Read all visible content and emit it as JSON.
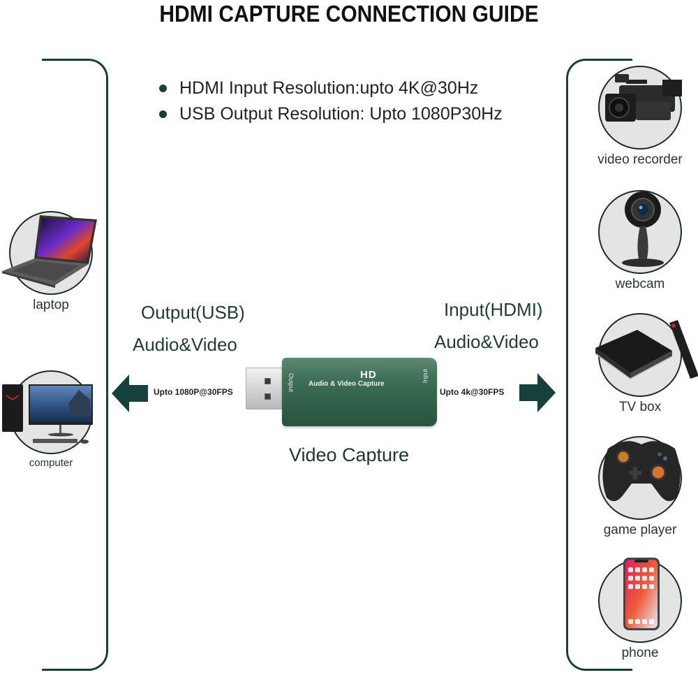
{
  "title": "HDMI CAPTURE CONNECTION GUIDE",
  "specs": [
    "HDMI Input Resolution:upto 4K@30Hz",
    "USB Output Resolution: Upto 1080P30Hz"
  ],
  "output_side": {
    "heading": "Output(USB)",
    "subheading": "Audio&Video",
    "rate": "Upto 1080P@30FPS",
    "devices": [
      {
        "label": "laptop",
        "icon": "laptop-icon"
      },
      {
        "label": "computer",
        "icon": "desktop-computer-icon"
      }
    ]
  },
  "input_side": {
    "heading": "Input(HDMI)",
    "subheading": "Audio&Video",
    "rate": "Upto 4k@30FPS",
    "devices": [
      {
        "label": "video recorder",
        "icon": "camcorder-icon"
      },
      {
        "label": "webcam",
        "icon": "webcam-icon"
      },
      {
        "label": "TV box",
        "icon": "tv-box-icon"
      },
      {
        "label": "game player",
        "icon": "gamepad-icon"
      },
      {
        "label": "phone",
        "icon": "smartphone-icon"
      }
    ]
  },
  "dongle": {
    "badge": "HD",
    "text": "Audio & Video Capture",
    "output_port_label": "Output",
    "input_port_label": "Input"
  },
  "caption": "Video Capture",
  "colors": {
    "accent": "#15403b",
    "dongle": "#3f7058",
    "circle_bg": "#e4e4e4"
  }
}
